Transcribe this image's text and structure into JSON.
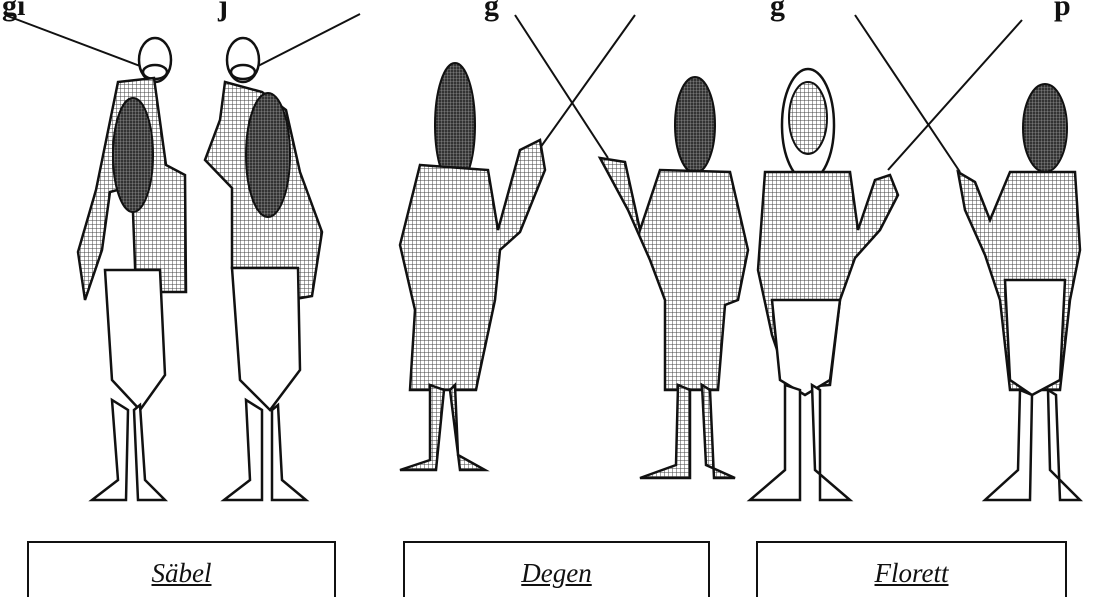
{
  "header": {
    "fragments": [
      "gi",
      "j",
      "g",
      "g",
      "p"
    ]
  },
  "weapons": [
    {
      "label": "Säbel"
    },
    {
      "label": "Degen"
    },
    {
      "label": "Florett"
    }
  ],
  "colors": {
    "ink": "#111111",
    "hatch": "#555555",
    "paper": "#ffffff"
  }
}
